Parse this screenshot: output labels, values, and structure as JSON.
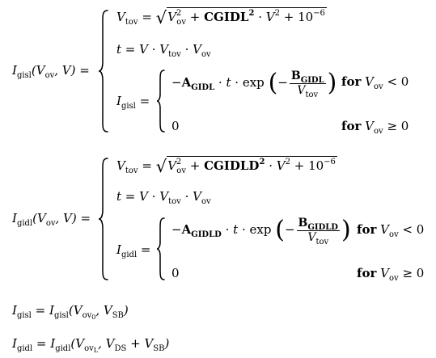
{
  "block1": {
    "lhs": "I_gisl(V_ov, V) =",
    "vtov": "V_tov = sqrt(V_ov^2 + CGIDL^2 · V^2 + 10^-6)",
    "t": "t = V · V_tov · V_ov",
    "case1": "−A_GIDL · t · exp(−B_GIDL / V_tov)",
    "cond1": "for V_ov < 0",
    "case2": "0",
    "cond2": "for V_ov ≥ 0",
    "param_coef": "CGIDL",
    "param_a": "GIDL",
    "param_b": "GIDL",
    "out": "gisl"
  },
  "block2": {
    "lhs": "I_gidl(V_ov, V) =",
    "vtov": "V_tov = sqrt(V_ov^2 + CGIDLD^2 · V^2 + 10^-6)",
    "t": "t = V · V_tov · V_ov",
    "case1": "−A_GIDLD · t · exp(−B_GIDLD / V_tov)",
    "cond1": "for V_ov < 0",
    "case2": "0",
    "cond2": "for V_ov ≥ 0",
    "param_coef": "CGIDLD",
    "param_a": "GIDLD",
    "param_b": "GIDLD",
    "out": "gidl"
  },
  "eq3": "I_gisl = I_gisl(V_ov0, V_SB)",
  "eq4": "I_gidl = I_gidl(V_ovL, V_DS + V_SB)"
}
